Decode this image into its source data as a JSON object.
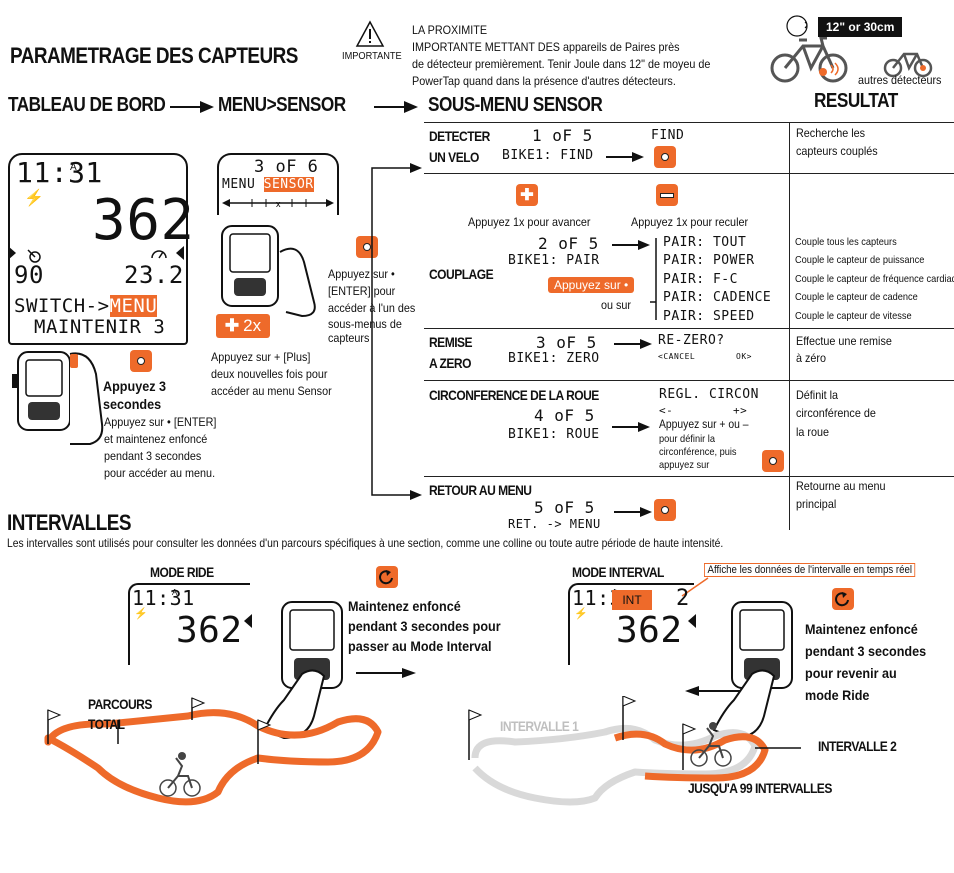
{
  "header": {
    "title": "PARAMETRAGE DES CAPTEURS",
    "warning_icon_label": "IMPORTANTE",
    "proximity_title": "LA PROXIMITE",
    "proximity_text_1": "IMPORTANTE METTANT DES appareils de Paires près",
    "proximity_text_2": "de détecteur premièrement. Tenir Joule dans 12\" de moyeu de",
    "proximity_text_3": "PowerTap quand dans la présence d'autres détecteurs.",
    "distance_badge": "12\" or 30cm",
    "other_sensors": "autres détecteurs"
  },
  "flow": {
    "step1": "TABLEAU DE BORD",
    "step2": "MENU>SENSOR",
    "step3": "SOUS-MENU SENSOR",
    "step4": "RESULTAT"
  },
  "dashboard": {
    "time": "11:31",
    "time_suffix": "A",
    "power": "362",
    "cadence": "90",
    "speed": "23.2",
    "switch_prefix": "SWITCH->",
    "switch_menu": "MENU",
    "hold_line": "MAINTENIR 3",
    "press_bold": "Appuyez 3 secondes",
    "press_text_1": "Appuyez sur • [ENTER]",
    "press_text_2": "et maintenez enfoncé",
    "press_text_3": "pendant 3 secondes",
    "press_text_4": "pour accéder au menu."
  },
  "menu_sensor": {
    "counter": "3 oF 6",
    "menu_label": "MENU",
    "sensor_label": "SENSOR",
    "plus_badge": "2x",
    "plus_text_1": "Appuyez sur + [Plus]",
    "plus_text_2": "deux nouvelles fois pour",
    "plus_text_3": "accéder au menu Sensor",
    "enter_text_1": "Appuyez sur •",
    "enter_text_2": "[ENTER] pour",
    "enter_text_3": "accéder à l'un des",
    "enter_text_4": "sous-menus de",
    "enter_text_5": "capteurs"
  },
  "submenu": {
    "detect": {
      "label_1": "DETECTER",
      "label_2": "UN VELO",
      "counter": "1 oF 5",
      "find": "FIND",
      "bike": "BIKE1:  FIND",
      "result_1": "Recherche les",
      "result_2": "capteurs couplés"
    },
    "nav_forward": "Appuyez 1x pour avancer",
    "nav_back": "Appuyez 1x pour reculer",
    "pairing": {
      "label": "COUPLAGE",
      "counter": "2 oF 5",
      "bike": "BIKE1:  PAIR",
      "press_label": "Appuyez sur •",
      "or_label": "ou sur",
      "options": [
        "PAIR: TOUT",
        "PAIR: POWER",
        "PAIR: F-C",
        "PAIR: CADENCE",
        "PAIR: SPEED"
      ],
      "results": [
        "Couple tous les capteurs",
        "Couple le capteur de puissance",
        "Couple le capteur de fréquence cardiaque",
        "Couple le capteur de cadence",
        "Couple le capteur de vitesse"
      ]
    },
    "reset": {
      "label_1": "REMISE",
      "label_2": "A ZERO",
      "counter": "3 oF 5",
      "bike": "BIKE1:  ZERO",
      "prompt": "RE-ZERO?",
      "cancel": "<CANCEL",
      "ok": "OK>",
      "result_1": "Effectue une remise",
      "result_2": "à zéro"
    },
    "circ": {
      "label": "CIRCONFERENCE DE LA ROUE",
      "counter": "4 oF 5",
      "bike": "BIKE1: ROUE",
      "setting": "REGL. CIRCON",
      "left": "<-",
      "right": "+>",
      "hint_1": "Appuyez sur + ou –",
      "hint_2": "pour définir la",
      "hint_3": "circonférence, puis",
      "hint_4": "appuyez sur",
      "result_1": "Définit la",
      "result_2": "circonférence de",
      "result_3": "la roue"
    },
    "back": {
      "label": "RETOUR AU MENU",
      "counter": "5 oF 5",
      "line": "RET. -> MENU",
      "result_1": "Retourne au menu",
      "result_2": "principal"
    }
  },
  "intervals": {
    "title": "INTERVALLES",
    "description": "Les intervalles sont utilisés pour consulter les données d'un parcours spécifiques à une section, comme une colline ou toute autre période de haute intensité.",
    "ride_mode": "MODE RIDE",
    "interval_mode": "MODE INTERVAL",
    "callout": "Affiche les données de l'intervalle en temps réel",
    "time": "11:31",
    "time_suffix": "A",
    "power": "362",
    "int_badge": "INT",
    "int_number": "2",
    "hold_to_interval_1": "Maintenez enfoncé",
    "hold_to_interval_2": "pendant 3 secondes pour",
    "hold_to_interval_3": "passer au Mode Interval",
    "hold_to_ride_1": "Maintenez enfoncé",
    "hold_to_ride_2": "pendant 3 secondes",
    "hold_to_ride_3": "pour revenir au",
    "hold_to_ride_4": "mode Ride",
    "total_1": "PARCOURS",
    "total_2": "TOTAL",
    "interval_1": "INTERVALLE 1",
    "interval_2": "INTERVALLE 2",
    "max": "JUSQU'A 99 INTERVALLES"
  },
  "colors": {
    "accent": "#ee6a2a",
    "ink": "#111111",
    "track_gray": "#d9d9d9"
  }
}
